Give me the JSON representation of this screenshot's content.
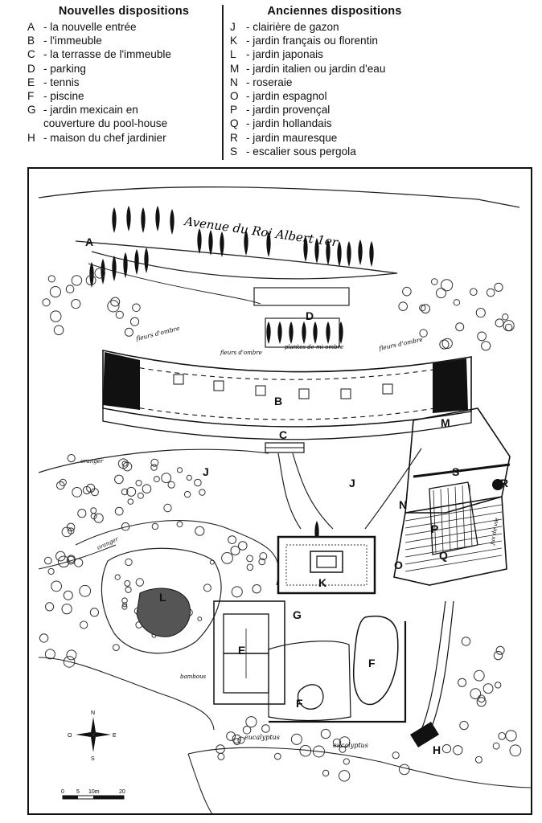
{
  "legend": {
    "new": {
      "title": "Nouvelles dispositions",
      "items": [
        {
          "key": "A",
          "label": "- la nouvelle entrée"
        },
        {
          "key": "B",
          "label": "- l'immeuble"
        },
        {
          "key": "C",
          "label": "- la terrasse de l'immeuble"
        },
        {
          "key": "D",
          "label": "- parking"
        },
        {
          "key": "E",
          "label": "- tennis"
        },
        {
          "key": "F",
          "label": "- piscine"
        },
        {
          "key": "G",
          "label": "- jardin mexicain en",
          "label2": "couverture du pool-house"
        },
        {
          "key": "H",
          "label": "- maison du chef jardinier"
        }
      ]
    },
    "old": {
      "title": "Anciennes dispositions",
      "items": [
        {
          "key": "J",
          "label": "- clairière de gazon"
        },
        {
          "key": "K",
          "label": "- jardin français ou florentin"
        },
        {
          "key": "L",
          "label": "- jardin japonais"
        },
        {
          "key": "M",
          "label": "- jardin italien ou jardin d'eau"
        },
        {
          "key": "N",
          "label": "- roseraie"
        },
        {
          "key": "O",
          "label": "- jardin espagnol"
        },
        {
          "key": "P",
          "label": "- jardin provençal"
        },
        {
          "key": "Q",
          "label": "- jardin hollandais"
        },
        {
          "key": "R",
          "label": "- jardin mauresque"
        },
        {
          "key": "S",
          "label": "- escalier sous pergola"
        }
      ]
    }
  },
  "map": {
    "avenue": "Avenue du Roi Albert 1er",
    "labels": [
      "A",
      "B",
      "C",
      "D",
      "J",
      "J",
      "K",
      "L",
      "M",
      "N",
      "O",
      "P",
      "Q",
      "R",
      "S",
      "E",
      "F",
      "F",
      "G",
      "H"
    ],
    "handwritten": {
      "fleurs_ombre": "fleurs d'ombre",
      "fleurs_ombre2": "fleurs d'ombre",
      "plantes_mi_ombre": "plantes de mi-ombre",
      "fleurs_ombre3": "fleurs d'ombre",
      "oranger": "oranger",
      "oranger2": "oranger",
      "bambous": "bambous",
      "eucalyptus": "eucalyptus",
      "eucalyptus2": "eucalyptus",
      "jus_vie": "jus de vie"
    },
    "compass": {
      "n": "N",
      "s": "S",
      "e": "E",
      "o": "O"
    },
    "scale": {
      "t0": "0",
      "t1": "5",
      "t2": "10m",
      "t3": "20"
    }
  }
}
